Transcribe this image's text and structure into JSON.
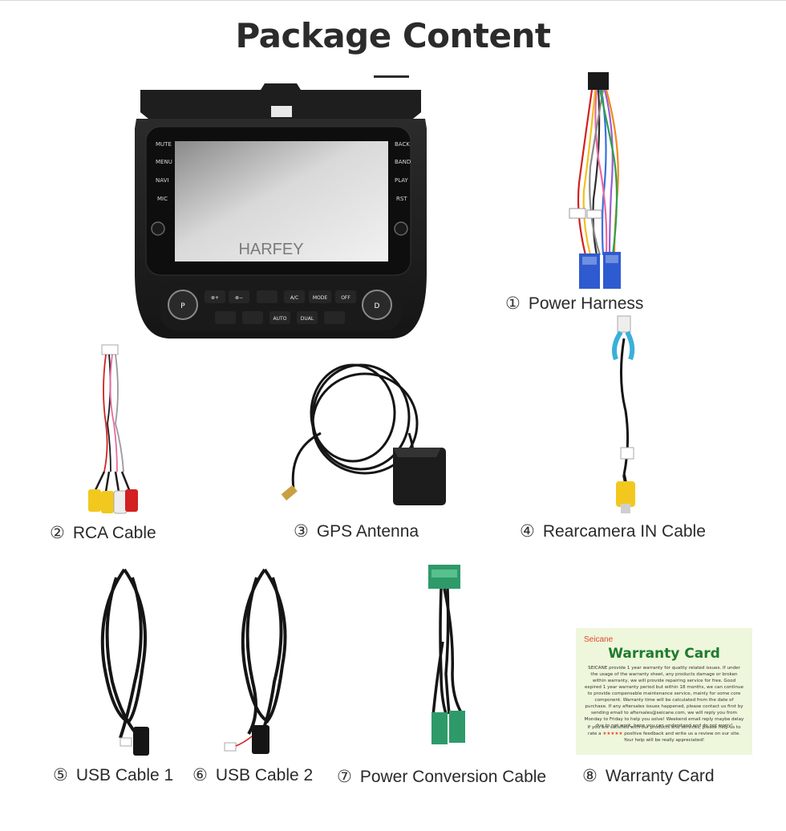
{
  "page": {
    "title": "Package Content"
  },
  "head_unit": {
    "brand": "HARFEY",
    "left_buttons": [
      "MUTE",
      "MENU",
      "NAVI",
      "MIC"
    ],
    "right_buttons": [
      "BACK",
      "BAND",
      "PLAY",
      "RST"
    ],
    "climate_row1": [
      "⊗+",
      "⊗−",
      "",
      "A/C",
      "MODE",
      "OFF"
    ],
    "climate_row2": [
      "",
      "",
      "AUTO",
      "DUAL",
      ""
    ],
    "knob_left": "P",
    "knob_right": "D"
  },
  "items": [
    {
      "num": "①",
      "label": "Power Harness"
    },
    {
      "num": "②",
      "label": "RCA Cable"
    },
    {
      "num": "③",
      "label": "GPS Antenna"
    },
    {
      "num": "④",
      "label": "Rearcamera IN Cable"
    },
    {
      "num": "⑤",
      "label": "USB Cable 1"
    },
    {
      "num": "⑥",
      "label": "USB Cable 2"
    },
    {
      "num": "⑦",
      "label": "Power Conversion Cable"
    },
    {
      "num": "⑧",
      "label": "Warranty Card"
    }
  ],
  "warranty_card": {
    "brand": "Seicane",
    "title": "Warranty Card",
    "body": "SEICANE provide 1 year warranty for quality related issues. If under the usage of the warranty sheet, any products damage or broken within warranty, we will provide repairing service for free. Good expired 1 year warranty period but within 18 months, we can continue to provide compensable maintenance service, mainly for some core component. Warranty time will be calculated from the date of purchase. If any aftersales issues happened, please contact us first by sending email to aftersales@seicane.com, we will reply you from Monday to Friday to help you solve! Weekend email reply maybe delay due to not work, hope you can understand and do not worry!",
    "body2_before": "If you are satisfied with our products and services, please help us to rate a",
    "stars": "★★★★★",
    "body2_after": "positive feedback and write us a review on our site. Your help will be really appreciated!"
  },
  "colors": {
    "card_bg": "#eef6dc",
    "card_title": "#1e7b2e",
    "card_brand": "#e24a2a",
    "rca_yellow": "#f2c81e",
    "harness_blue": "#2f5bd0",
    "conversion_green": "#2e9a6a"
  }
}
